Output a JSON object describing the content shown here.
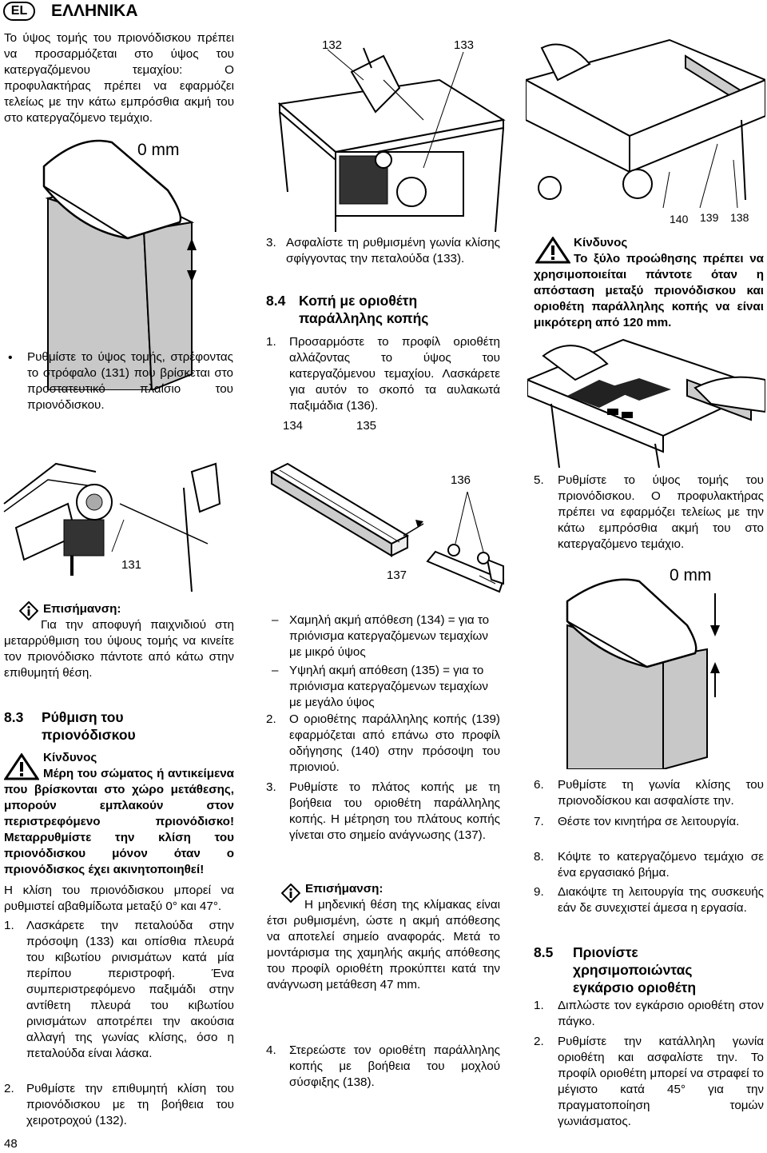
{
  "header": {
    "lang_code": "EL",
    "language": "ΕΛΛΗΝΙΚΑ"
  },
  "page_number": "48",
  "col1": {
    "intro": "Το ύψος τομής του πριονόδισκου πρέπει να προσαρμόζεται στο ύψος του κατεργαζόμενου τεμαχίου: Ο προφυλακτήρας πρέπει να εφαρμόζει τελείως με την κάτω εμπρόσθια ακμή του στο κατεργαζόμενο τεμάχιο.",
    "fig_label": "0 mm",
    "bullet": "Ρυθμίστε το ύψος τομής, στρέφοντας το στρόφαλο (131) που βρίσκεται στο προστατευτικό πλαίσιο του πριονόδισκου.",
    "fig2_label": "131",
    "note_title": "Επισήμανση:",
    "note_text": "Για την αποφυγή παιχνιδιού στη μεταρρύθμιση του ύψους τομής να κινείτε τον πριονόδισκο πάντοτε από κάτω στην επιθυμητή θέση.",
    "section_num": "8.3",
    "section_title": "Ρύθμιση του πριονόδισκου",
    "danger_title": "Κίνδυνος",
    "danger_text": "Μέρη του σώματος ή αντικείμενα που βρίσκονται στο χώρο μετάθεσης, μπορούν εμπλακούν στον περιστρεφόμενο πριονόδισκο! Μεταρρυθμίστε την κλίση του πριονόδισκου μόνον όταν ο πριονόδισκος έχει ακινητοποιηθεί!",
    "tilt_text": "Η κλίση του πριονόδισκου μπορεί να ρυθμιστεί αβαθμίδωτα μεταξύ 0° και 47°.",
    "steps": [
      {
        "n": "1.",
        "t": "Λασκάρετε την πεταλούδα στην πρόσοψη (133) και οπίσθια πλευρά του κιβωτίου ρινισμάτων κατά μία περίπου περιστροφή. Ένα συμπεριστρεφόμενο παξιμάδι στην αντίθετη πλευρά του κιβωτίου ρινισμάτων αποτρέπει την ακούσια αλλαγή της γωνίας κλίσης, όσο η πεταλούδα είναι λάσκα."
      },
      {
        "n": "2.",
        "t": "Ρυθμίστε την επιθυμητή κλίση του πριονόδισκου με τη βοήθεια του χειροτροχού (132)."
      }
    ]
  },
  "col2": {
    "fig_labels": [
      "132",
      "133"
    ],
    "step3": {
      "n": "3.",
      "t": "Ασφαλίστε τη ρυθμισμένη γωνία κλίσης σφίγγοντας την πεταλούδα (133)."
    },
    "section_num": "8.4",
    "section_title": "Κοπή με οριοθέτη παράλληλης κοπής",
    "step1": {
      "n": "1.",
      "t": "Προσαρμόστε το προφίλ οριοθέτη αλλάζοντας το ύψος του κατεργαζόμενου τεμαχίου. Λασκάρετε για αυτόν το σκοπό τα αυλακωτά παξιμάδια (136)."
    },
    "fig2_labels": [
      "134",
      "135",
      "136",
      "137"
    ],
    "dash_items": [
      "Χαμηλή ακμή απόθεση (134) = για το πριόνισμα κατεργαζόμενων τεμαχίων με μικρό ύψος",
      "Υψηλή ακμή απόθεση (135) = για το πριόνισμα κατεργαζόμενων τεμαχίων με μεγάλο ύψος"
    ],
    "steps": [
      {
        "n": "2.",
        "t": "Ο οριοθέτης παράλληλης κοπής (139) εφαρμόζεται από επάνω στο προφίλ οδήγησης (140) στην πρόσοψη του πριονιού."
      },
      {
        "n": "3.",
        "t": "Ρυθμίστε το πλάτος κοπής με τη βοήθεια του οριοθέτη παράλληλης κοπής. Η μέτρηση του πλάτους κοπής γίνεται στο σημείο ανάγνωσης (137)."
      }
    ],
    "note_title": "Επισήμανση:",
    "note_text": "Η μηδενική θέση της κλίμακας είναι έτσι ρυθμισμένη, ώστε η ακμή απόθεσης να αποτελεί σημείο αναφοράς. Μετά το μοντάρισμα της χαμηλής ακμής απόθεσης του προφίλ οριοθέτη προκύπτει κατά την ανάγνωση μετάθεση 47 mm.",
    "step4": {
      "n": "4.",
      "t": "Στερεώστε τον οριοθέτη παράλληλης κοπής με βοήθεια του μοχλού σύσφιξης (138)."
    }
  },
  "col3": {
    "fig_labels": [
      "140",
      "139",
      "138"
    ],
    "danger_title": "Κίνδυνος",
    "danger_text": "Το ξύλο προώθησης πρέπει να χρησιμοποιείται πάντοτε όταν η απόσταση μεταξύ πριονόδισκου και οριοθέτη παράλληλης κοπής να είναι μικρότερη από 120 mm.",
    "step5": {
      "n": "5.",
      "t": "Ρυθμίστε το ύψος τομής του πριονόδισκου. Ο προφυλακτήρας πρέπει να εφαρμόζει τελείως με την κάτω εμπρόσθια ακμή του στο κατεργαζόμενο τεμάχιο."
    },
    "fig_label_0mm": "0 mm",
    "steps": [
      {
        "n": "6.",
        "t": "Ρυθμίστε τη γωνία κλίσης του πριονοδίσκου και ασφαλίστε την."
      },
      {
        "n": "7.",
        "t": "Θέστε τον κινητήρα σε λειτουργία."
      },
      {
        "n": "8.",
        "t": "Κόψτε το κατεργαζόμενο τεμάχιο σε ένα εργασιακό βήμα."
      },
      {
        "n": "9.",
        "t": "Διακόψτε τη λειτουργία της συσκευής εάν δε συνεχιστεί άμεσα η εργασία."
      }
    ],
    "section_num": "8.5",
    "section_title": "Πριονίστε χρησιμοποιώντας εγκάρσιο οριοθέτη",
    "steps2": [
      {
        "n": "1.",
        "t": "Διπλώστε τον εγκάρσιο οριοθέτη στον πάγκο."
      },
      {
        "n": "2.",
        "t": "Ρυθμίστε την κατάλληλη γωνία οριοθέτη και ασφαλίστε την. Το προφίλ οριοθέτη μπορεί να στραφεί το μέγιστο κατά 45° για την πραγματοποίηση τομών γωνιάσματος."
      }
    ]
  }
}
